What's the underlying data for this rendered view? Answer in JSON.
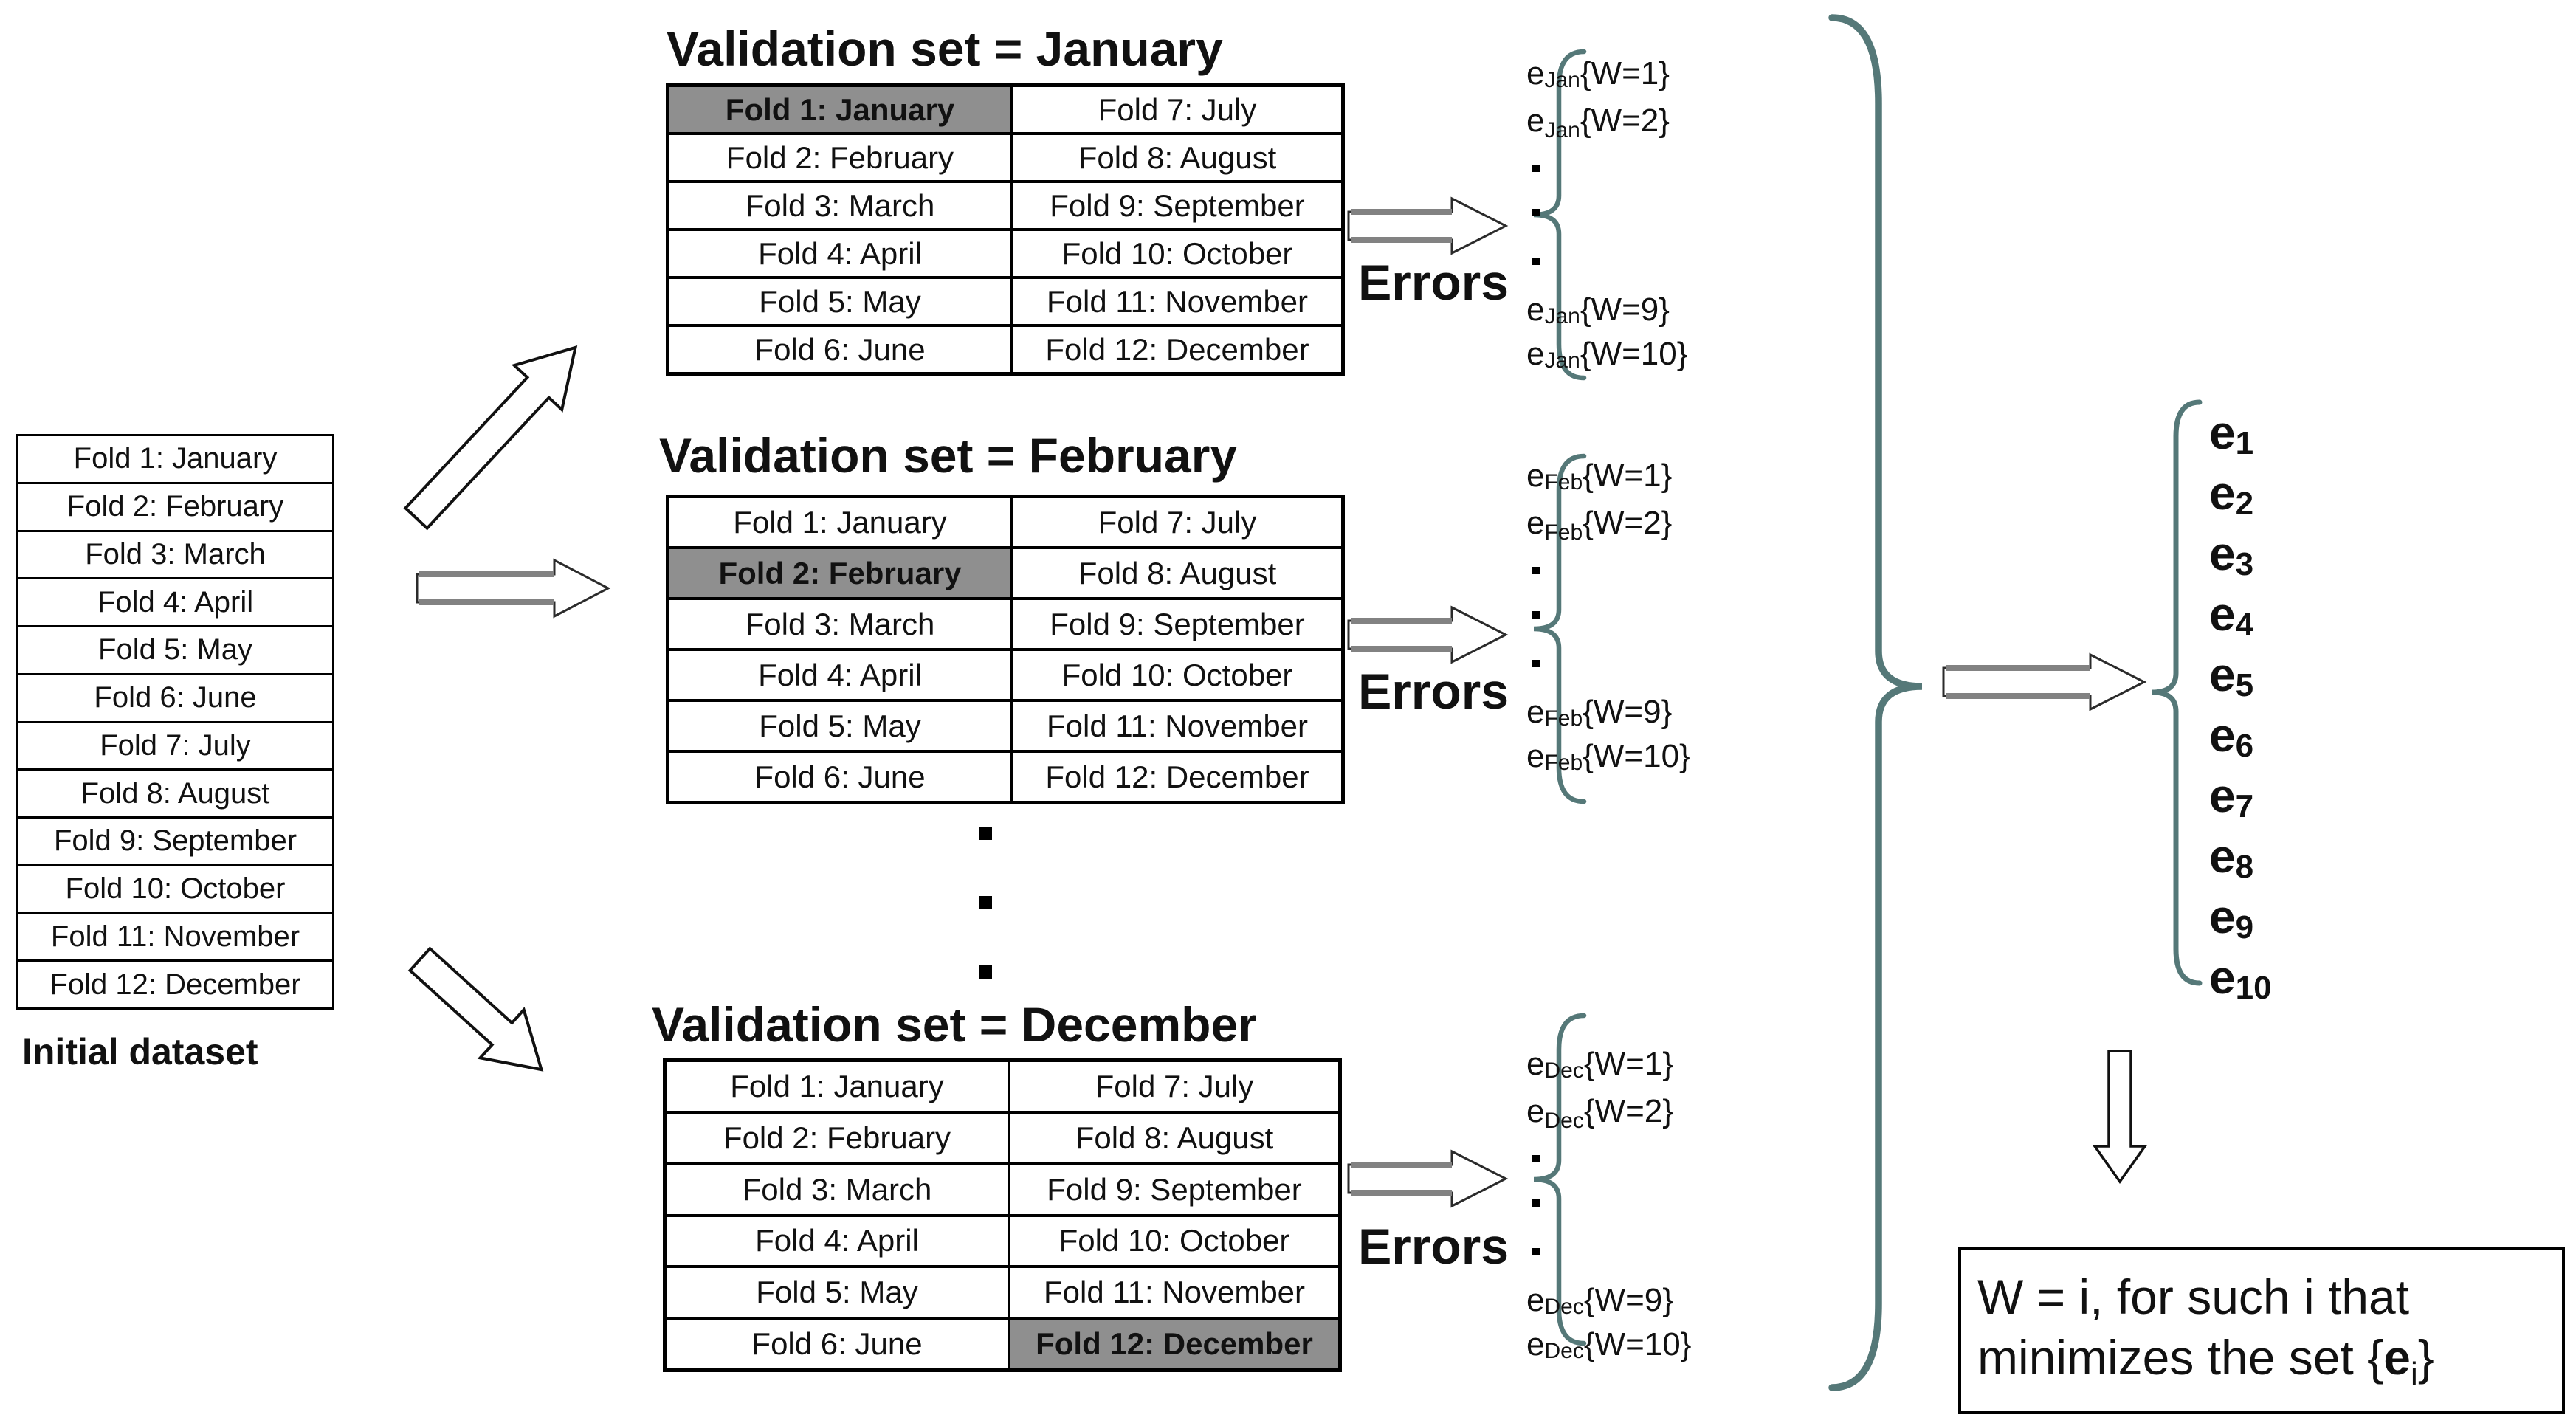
{
  "diagram": {
    "initial_dataset": {
      "label": "Initial dataset",
      "folds": [
        "Fold 1: January",
        "Fold 2: February",
        "Fold 3: March",
        "Fold 4: April",
        "Fold 5: May",
        "Fold 6: June",
        "Fold 7: July",
        "Fold 8: August",
        "Fold 9: September",
        "Fold 10: October",
        "Fold 11: November",
        "Fold 12: December"
      ]
    },
    "validation_groups": [
      {
        "title": "Validation set = January",
        "highlight_index": 0,
        "errors_label": "Errors",
        "error_month": "Jan"
      },
      {
        "title": "Validation set = February",
        "highlight_index": 1,
        "errors_label": "Errors",
        "error_month": "Feb"
      },
      {
        "title": "Validation set = December",
        "highlight_index": 11,
        "errors_label": "Errors",
        "error_month": "Dec"
      }
    ],
    "error_letter": "e",
    "error_lines_pattern": [
      "{W=1}",
      "{W=2}",
      ".",
      ".",
      ".",
      "{W=9}",
      "{W=10}"
    ],
    "middle_ellipsis": [
      ".",
      ".",
      "."
    ],
    "final_errors": [
      "1",
      "2",
      "3",
      "4",
      "5",
      "6",
      "7",
      "8",
      "9",
      "10"
    ],
    "result_box": {
      "line1": "W = i, for such i that",
      "line2_prefix": "minimizes the set {",
      "line2_e": "e",
      "line2_sub": "i",
      "line2_suffix": "}"
    }
  },
  "colors": {
    "brace_teal": "#557878",
    "highlight_gray": "#8f8f8f",
    "arrow_gray": "#828282",
    "ink": "#111111",
    "background": "#ffffff"
  }
}
